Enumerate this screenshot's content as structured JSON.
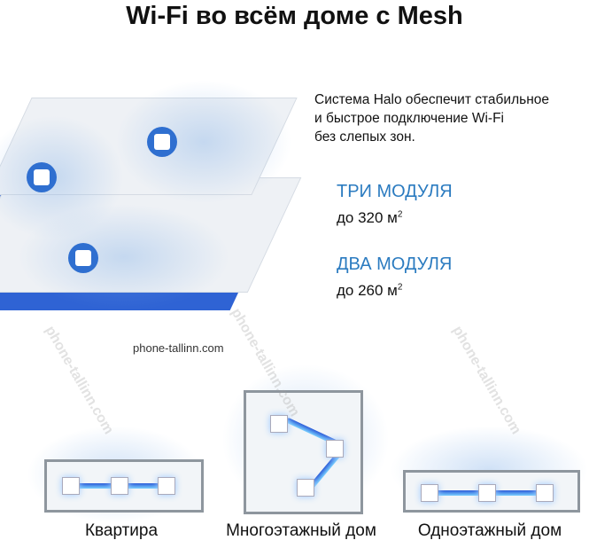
{
  "title": "Wi-Fi во всём доме с Mesh",
  "description": [
    "Система Halo обеспечит стабильное",
    "и быстрое подключение Wi-Fi",
    "без слепых зон."
  ],
  "options": [
    {
      "title": "ТРИ МОДУЛЯ",
      "area": "до 320 м",
      "sup": "2"
    },
    {
      "title": "ДВА МОДУЛЯ",
      "area": "до 260 м",
      "sup": "2"
    }
  ],
  "house_types": [
    "Квартира",
    "Многоэтажный дом",
    "Одноэтажный дом"
  ],
  "watermark": "phone-tallinn.com",
  "colors": {
    "accent": "#2b7bc0",
    "node": "#2f6fd0"
  }
}
